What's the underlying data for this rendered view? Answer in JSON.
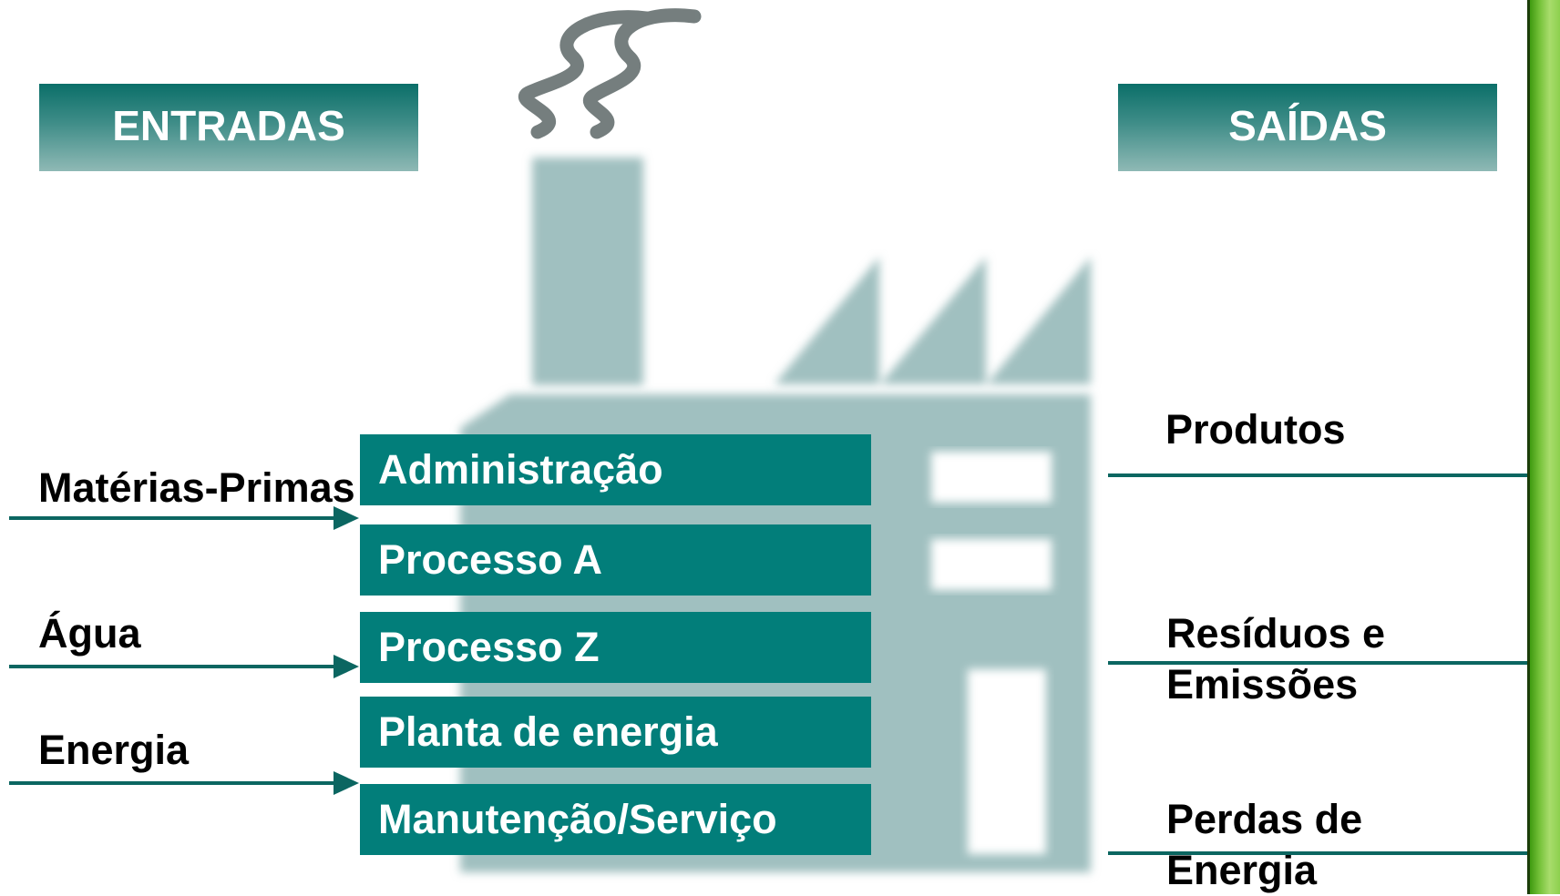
{
  "headers": {
    "inputs": "ENTRADAS",
    "outputs": "SAÍDAS"
  },
  "inputs": {
    "raw_materials": "Matérias-Primas",
    "water": "Água",
    "energy": "Energia"
  },
  "processes": [
    "Administração",
    "Processo A",
    "Processo Z",
    "Planta de energia",
    "Manutenção/Serviço"
  ],
  "outputs": {
    "products": "Produtos",
    "waste_line1": "Resíduos e",
    "waste_line2": "Emissões",
    "losses_line1": "Perdas de",
    "losses_line2": "Energia"
  },
  "colors": {
    "header_teal": "#0b6f69",
    "process_teal": "#027e7a",
    "factory_gray": "#a0c0c0",
    "arrow": "#0b6661",
    "smoke": "#6e7878"
  }
}
